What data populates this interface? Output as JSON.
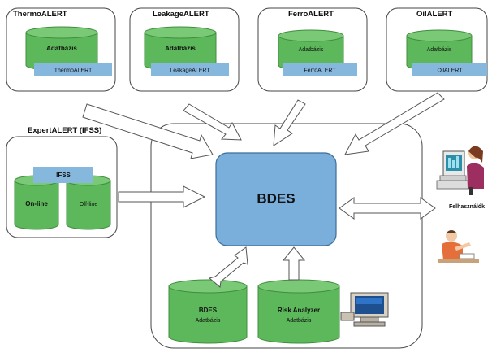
{
  "sources": {
    "thermo": {
      "title": "ThermoALERT",
      "db": "Adatbázis",
      "module": "ThermoALERT"
    },
    "leakage": {
      "title": "LeakageALERT",
      "db": "Adatbázis",
      "module": "LeakageALERT"
    },
    "ferro": {
      "title": "FerroALERT",
      "db": "Adatbázis",
      "module": "FerroALERT"
    },
    "oil": {
      "title": "OilALERT",
      "db": "Adatbázis",
      "module": "OilALERT"
    }
  },
  "expert": {
    "title": "ExpertALERT (IFSS)",
    "ifss": "IFSS",
    "online": "On-line",
    "offline": "Off-line"
  },
  "core": {
    "label": "BDES"
  },
  "bdes_db": {
    "name": "BDES",
    "sub": "Adatbázis"
  },
  "risk_db": {
    "name": "Risk Analyzer",
    "sub": "Adatbázis"
  },
  "users": {
    "label": "Felhasználók"
  },
  "colors": {
    "cylinder": "#5cb85a",
    "cylinder_dark": "#3f8e3d",
    "module": "#86b8de",
    "core": "#7aaedb"
  }
}
